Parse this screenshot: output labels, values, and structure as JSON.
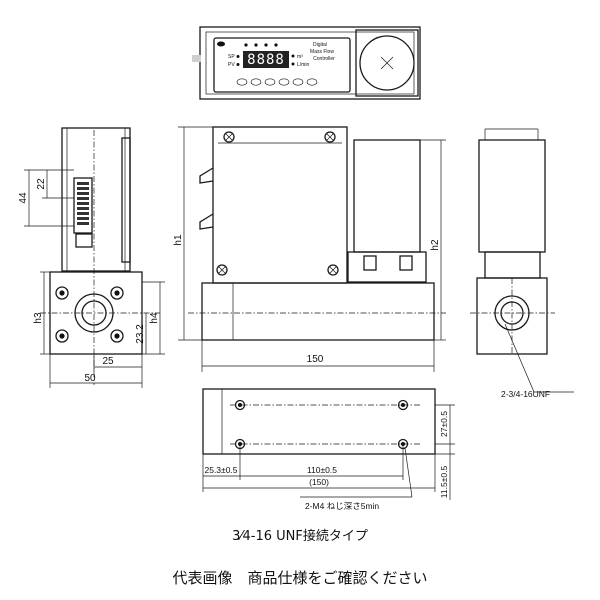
{
  "front_panel": {
    "brand": "Digital",
    "title_line1": "Digital",
    "title_line2": "Mass Flow",
    "title_line3": "Controller",
    "led_sp": "SP",
    "led_pv": "PV",
    "unit_m3": "m³",
    "unit_l": "L/min",
    "digits": "8888"
  },
  "dimensions": {
    "d22": "22",
    "d44": "44",
    "h3": "h3",
    "h4": "h4",
    "d23_2": "23.2",
    "d25": "25",
    "d50": "50",
    "h1": "h1",
    "h2": "h2",
    "d150": "150",
    "d27": "27±0.5",
    "d11_5": "11.5±0.5",
    "d25_3": "25.3±0.5",
    "d110": "110±0.5",
    "d150p": "(150)"
  },
  "callouts": {
    "unf": "2-3/4-16UNF",
    "m4": "2-M4 ねじ深さ5min"
  },
  "title": "3⁄4-16 UNF接続タイプ",
  "caption": "代表画像　商品仕様をご確認ください"
}
